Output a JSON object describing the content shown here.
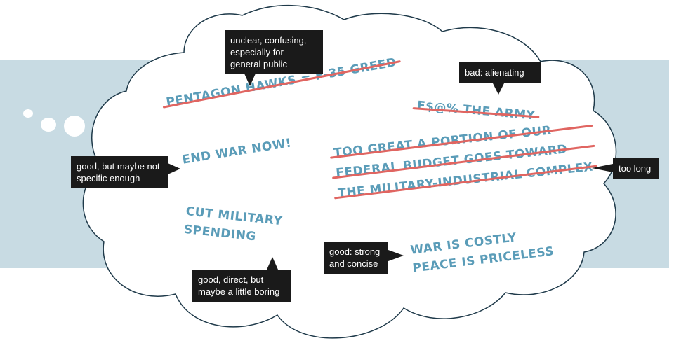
{
  "colors": {
    "band": "#c8dbe3",
    "cloud_fill": "#ffffff",
    "cloud_stroke": "#1f3a4a",
    "slogan": "#5a9cb8",
    "strike": "#e06561",
    "note_bg": "#1a1a1a",
    "note_text": "#ffffff"
  },
  "slogans": {
    "pentagon": {
      "lines": [
        "PENTAGON HAWKS = F-35 GREED"
      ],
      "struck": true
    },
    "army": {
      "lines": [
        "F$@% THE ARMY"
      ],
      "struck": true
    },
    "end_war": {
      "lines": [
        "END WAR NOW!"
      ],
      "struck": false
    },
    "too_great": {
      "lines": [
        "TOO GREAT A PORTION OF OUR",
        "FEDERAL BUDGET GOES TOWARD",
        "THE MILITARY-INDUSTRIAL COMPLEX"
      ],
      "struck": true
    },
    "cut_military": {
      "lines": [
        "CUT MILITARY",
        "SPENDING"
      ],
      "struck": false
    },
    "war_costly": {
      "lines": [
        "WAR IS COSTLY",
        "PEACE IS PRICELESS"
      ],
      "struck": false
    }
  },
  "notes": {
    "unclear": "unclear, confusing,\nespecially for\ngeneral public",
    "alienating": "bad: alienating",
    "not_specific": "good, but maybe not\nspecific enough",
    "too_long": "too long",
    "boring": "good, direct, but\nmaybe a little boring",
    "strong": "good: strong\nand concise"
  }
}
